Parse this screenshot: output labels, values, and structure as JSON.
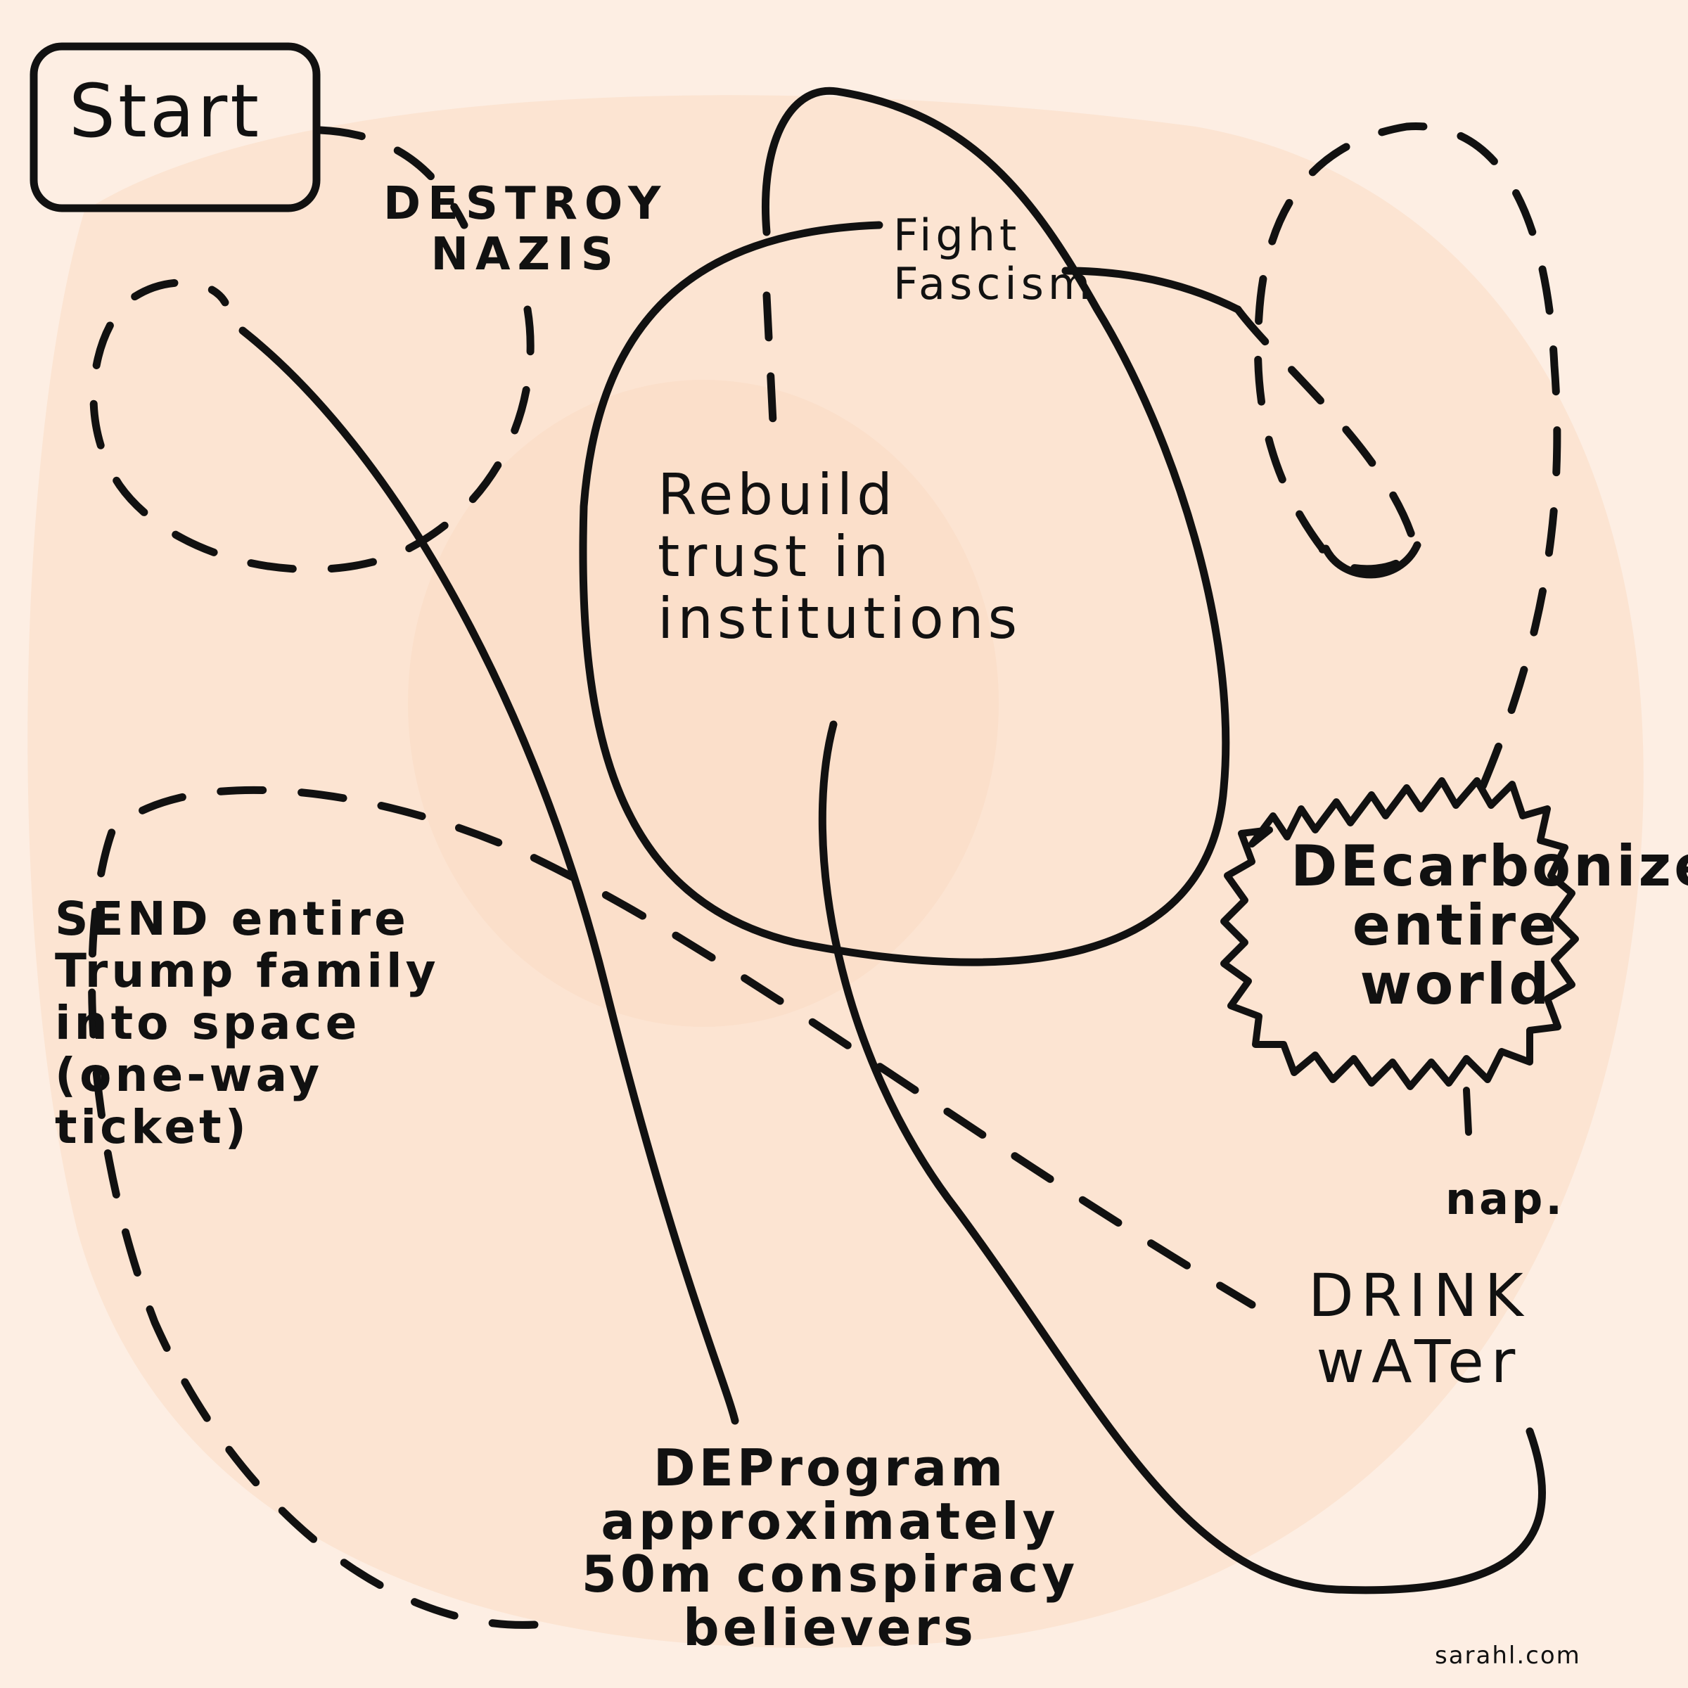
{
  "nodes": {
    "start": "Start",
    "destroy": "DESTROY\nNAZIS",
    "fight": "Fight\nFascism",
    "rebuild": "Rebuild\ntrust in\ninstitutions",
    "send": "SEND entire\nTrump family\ninto space\n(one-way\nticket)",
    "decarbonize": "DEcarbonize\nentire\nworld",
    "nap": "nap.",
    "drink": "DRINK\nwATer",
    "deprogram": "DEProgram\napproximately\n50m conspiracy\nbelievers"
  },
  "credit": "sarahl.com",
  "colors": {
    "background": "#fdeee3",
    "blob": "#fbdcc4",
    "ink": "#111111"
  }
}
